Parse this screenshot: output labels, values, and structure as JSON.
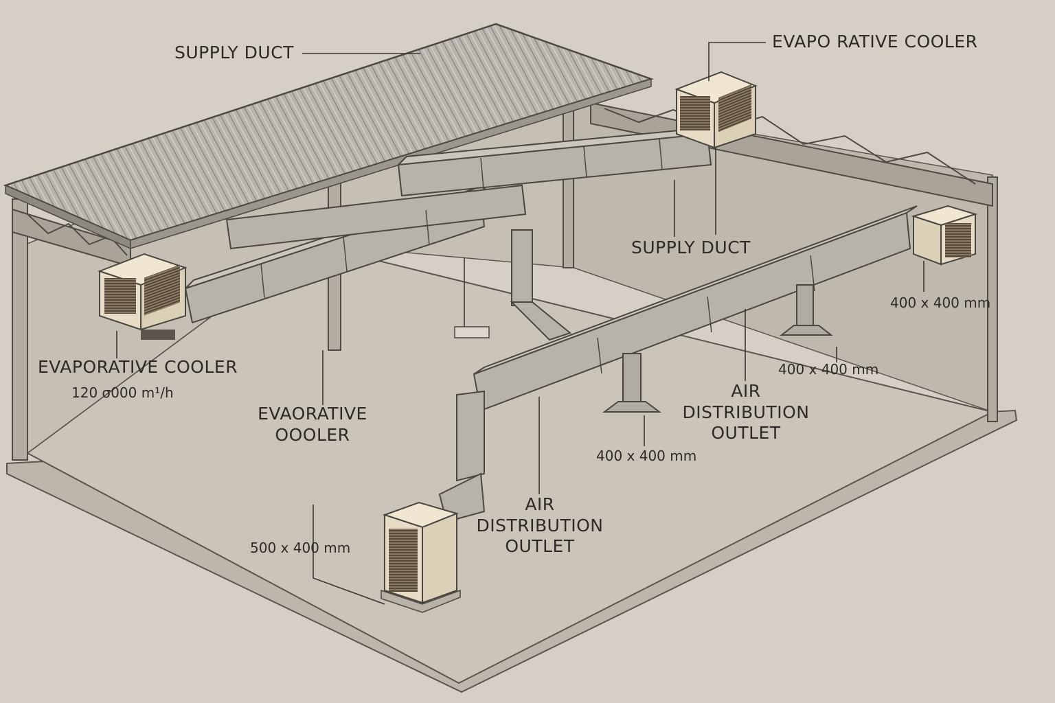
{
  "labels": {
    "supply_duct_top": "SUPPLY DUCT",
    "evap_cooler_top": "EVAPO RATIVE COOLER",
    "supply_duct_mid": "SUPPLY DUCT",
    "size_right_upper": "400 x 400 mm",
    "size_right_mid": "400 x 400 mm",
    "evap_cooler_left": "EVAPORATIVE COOLER",
    "evap_cooler_left_flow": "120 σ000 m¹/h",
    "evap_cooler_mid_line1": "EVAORATIVE",
    "evap_cooler_mid_line2": "OOOLER",
    "air_outlet_right_line1": "AIR",
    "air_outlet_right_line2": "DISTRIBUTION",
    "air_outlet_right_line3": "OUTLET",
    "size_center": "400 x 400 mm",
    "air_outlet_center_line1": "AIR",
    "air_outlet_center_line2": "DISTRIBUTION",
    "air_outlet_center_line3": "OUTLET",
    "size_bottom_left": "500 x 400 mm"
  },
  "colors": {
    "background": "#d6cfc5",
    "floor": "#cbc4b8",
    "wall": "#c6bfb4",
    "duct": "#b7b3ab",
    "cooler": "#e8dcc6",
    "line": "#3a3632"
  }
}
